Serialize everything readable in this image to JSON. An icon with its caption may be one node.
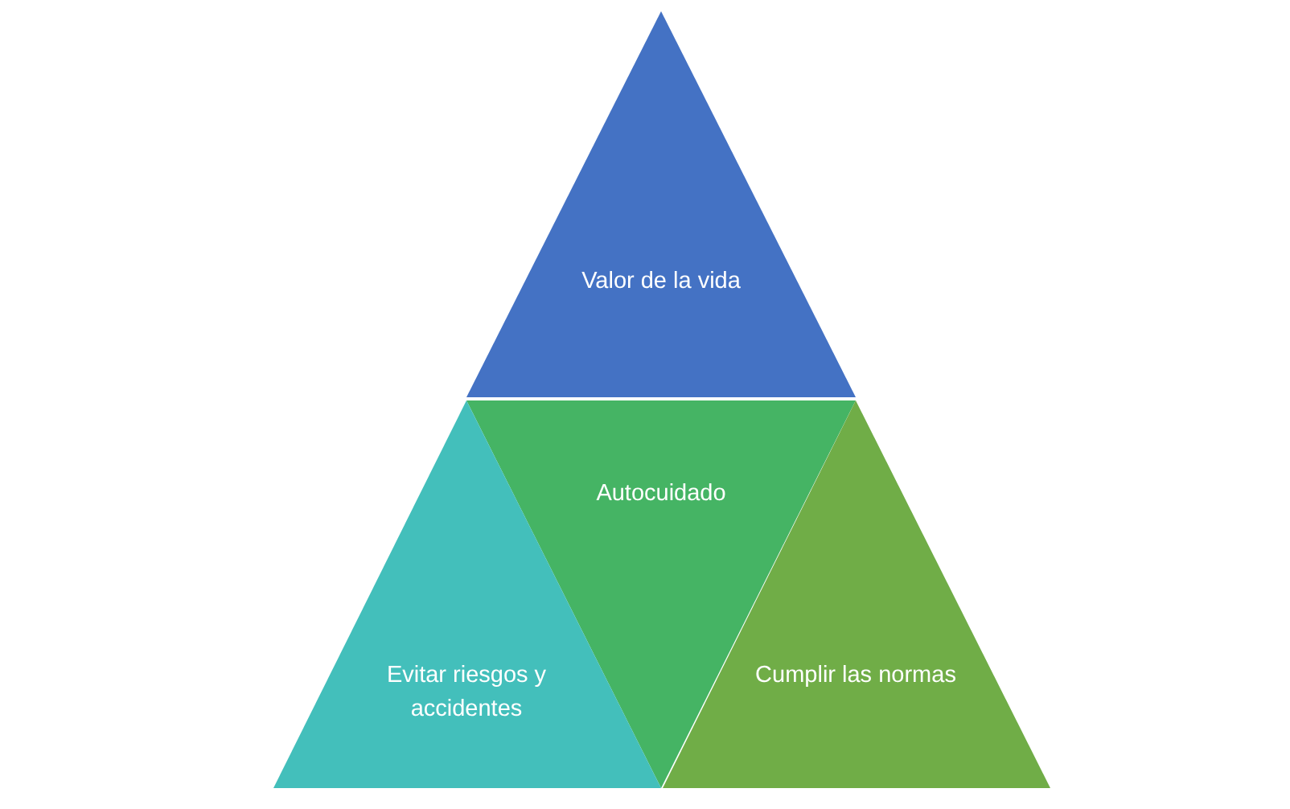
{
  "diagram": {
    "nodes": [
      {
        "text": [
          "Valor de la vida"
        ]
      },
      {
        "text": [
          "Autocuidado"
        ]
      },
      {
        "text": [
          "Evitar riesgos y accidentes"
        ]
      },
      {
        "text": [
          "Cumplir las normas"
        ]
      }
    ]
  }
}
